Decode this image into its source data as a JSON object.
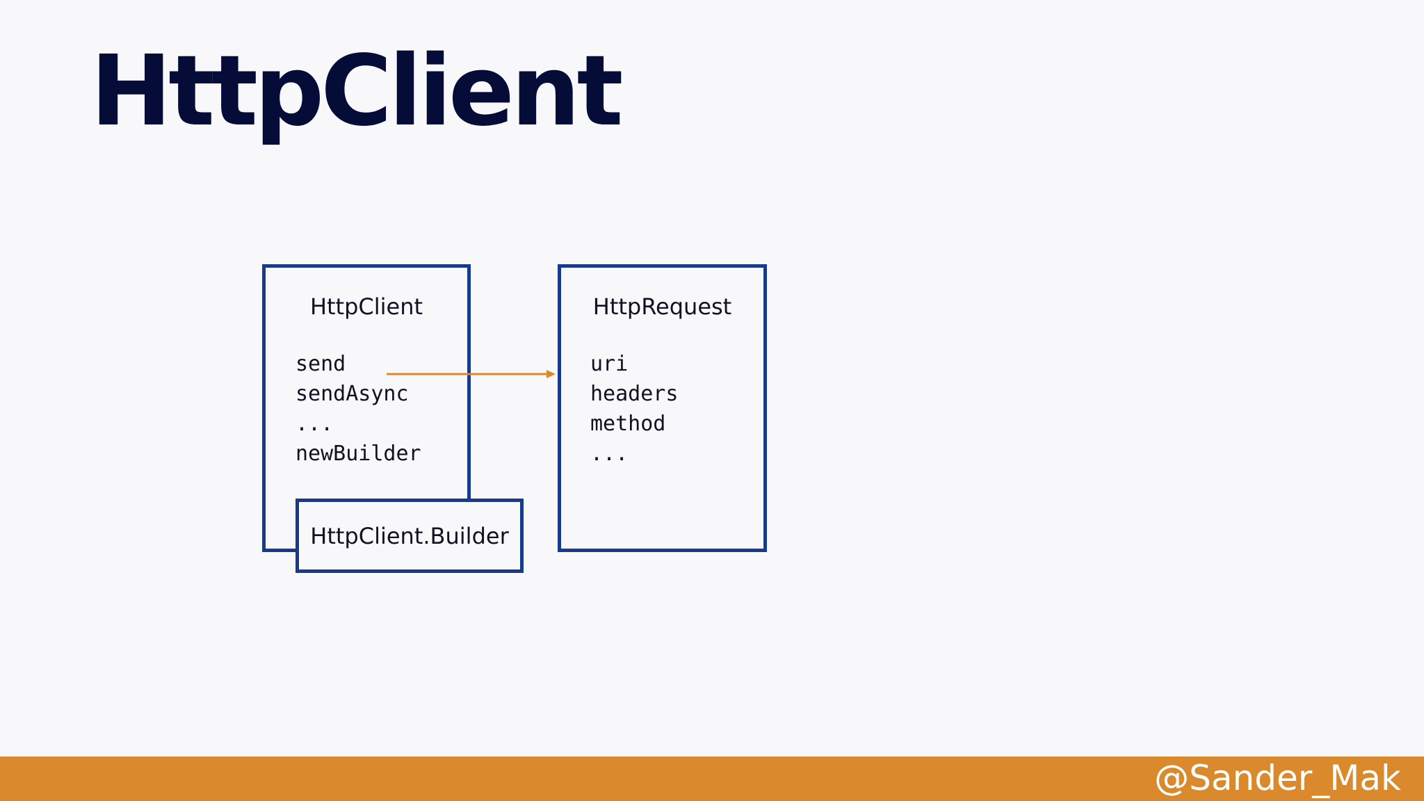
{
  "title": "HttpClient",
  "diagram": {
    "http_client": {
      "name": "HttpClient",
      "members": [
        "send",
        "sendAsync",
        "...",
        "newBuilder"
      ]
    },
    "http_client_builder": {
      "name": "HttpClient.Builder"
    },
    "http_request": {
      "name": "HttpRequest",
      "members": [
        "uri",
        "headers",
        "method",
        "..."
      ]
    },
    "edge": {
      "from": "HttpClient.send",
      "to": "HttpRequest"
    }
  },
  "footer": {
    "handle": "@Sander_Mak"
  },
  "colors": {
    "background": "#f8f8fb",
    "title": "#050c38",
    "box_border": "#173a8a",
    "arrow": "#da8a2c",
    "footer_bar": "#da8a2c",
    "footer_text": "#ffffff"
  }
}
